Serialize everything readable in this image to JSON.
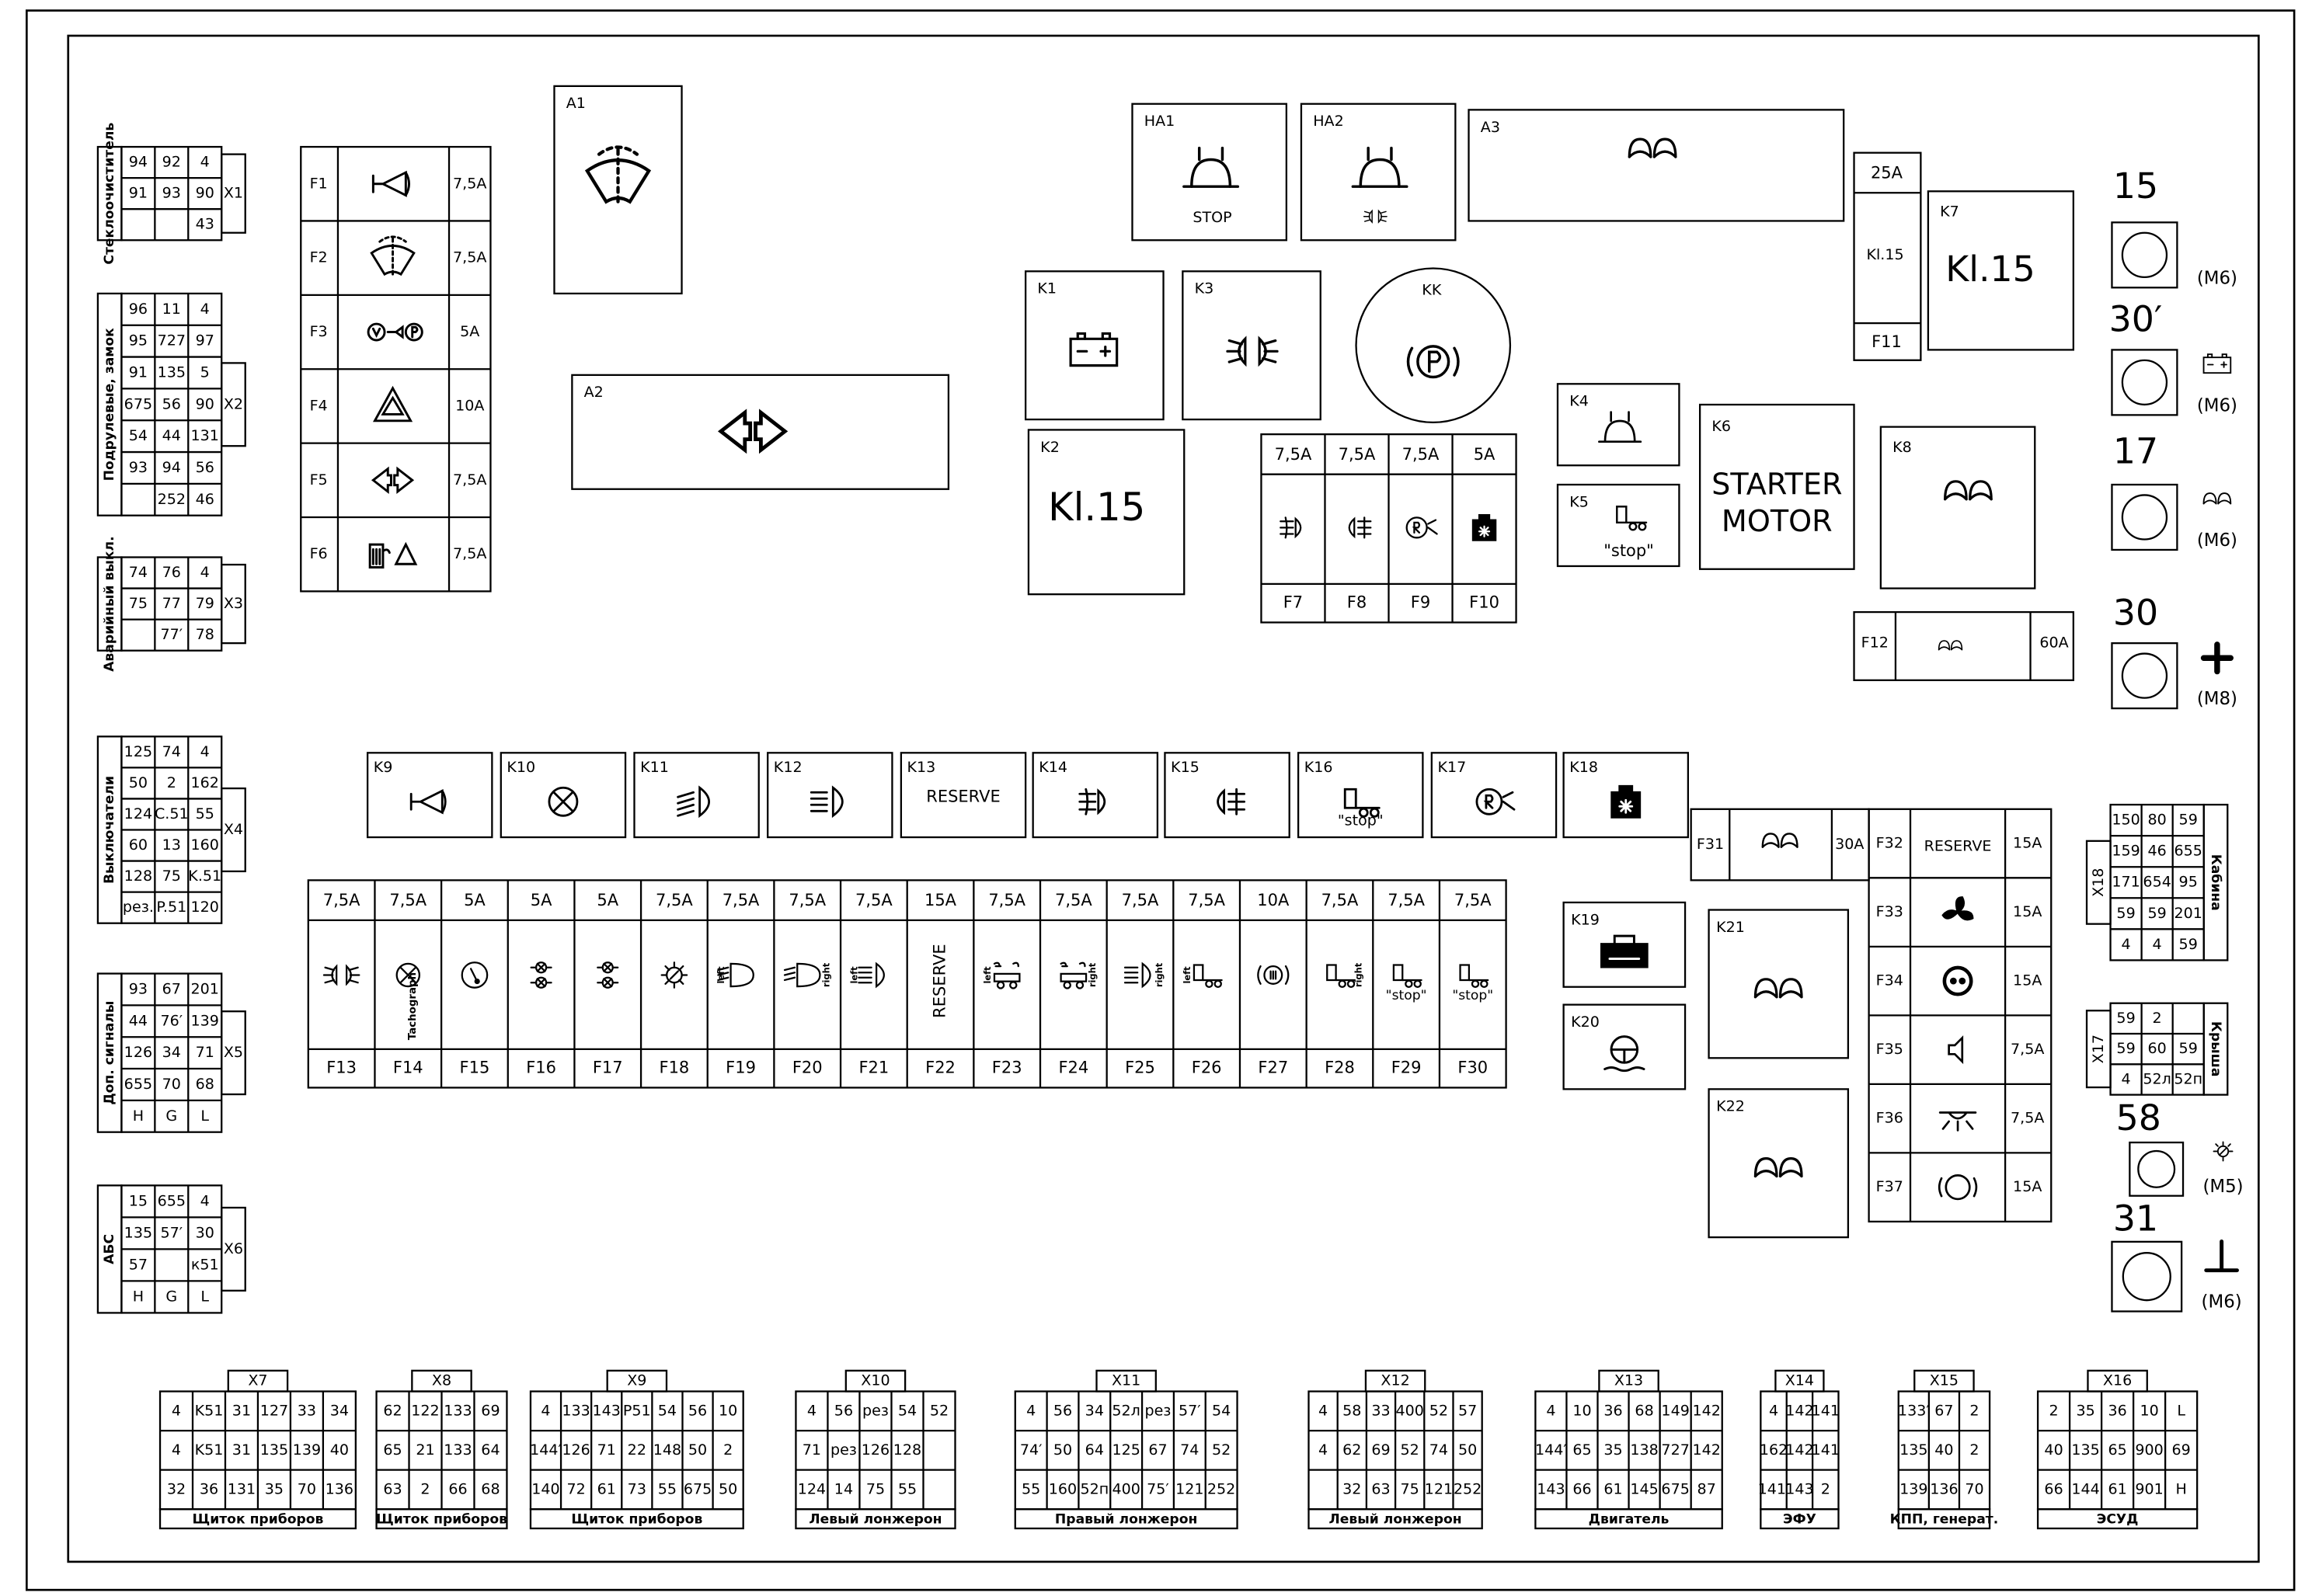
{
  "fuses_main": [
    {
      "id": "F1",
      "rating": "7,5A",
      "icon": "horn-icon"
    },
    {
      "id": "F2",
      "rating": "7,5A",
      "icon": "wiper-icon"
    },
    {
      "id": "F3",
      "rating": "5A",
      "icon": "gauges-icon"
    },
    {
      "id": "F4",
      "rating": "10A",
      "icon": "hazard-icon"
    },
    {
      "id": "F5",
      "rating": "7,5A",
      "icon": "turn-signal-icon"
    },
    {
      "id": "F6",
      "rating": "7,5A",
      "icon": "washer-warning-icon"
    }
  ],
  "modules": {
    "A1": {
      "label": "A1",
      "icon": "wiper-icon"
    },
    "A2": {
      "label": "A2",
      "icon": "turn-signal-icon"
    },
    "A3": {
      "label": "A3",
      "icon": "glow-plug-icon"
    },
    "HA1": {
      "label": "HA1",
      "text": "STOP",
      "icon": "buzzer-icon"
    },
    "HA2": {
      "label": "HA2",
      "icon": "buzzer-icon"
    },
    "K1": {
      "label": "K1",
      "icon": "battery-icon"
    },
    "K2": {
      "label": "K2",
      "text": "Kl.15"
    },
    "K3": {
      "label": "K3",
      "icon": "lights-icon"
    },
    "KK": {
      "label": "KK",
      "icon": "parking-brake-icon"
    },
    "K4": {
      "label": "K4",
      "icon": "buzzer-icon"
    },
    "K5": {
      "label": "K5",
      "text": "\"stop\"",
      "icon": "trailer-icon"
    },
    "K6": {
      "label": "K6",
      "line1": "STARTER",
      "line2": "MOTOR"
    },
    "K7": {
      "label": "K7",
      "text": "Kl.15"
    },
    "K8": {
      "label": "K8",
      "icon": "glow-plug-icon"
    },
    "F11": {
      "rating": "25A",
      "mid": "Kl.15",
      "label": "F11"
    },
    "F12": {
      "label": "F12",
      "rating": "60A",
      "icon": "glow-plug-icon"
    }
  },
  "fuses_f7_f10": [
    {
      "id": "F7",
      "rating": "7,5A",
      "icon": "front-fog-icon"
    },
    {
      "id": "F8",
      "rating": "7,5A",
      "icon": "rear-fog-icon"
    },
    {
      "id": "F9",
      "rating": "7,5A",
      "icon": "reverse-icon"
    },
    {
      "id": "F10",
      "rating": "5A",
      "icon": "heater-icon"
    }
  ],
  "relays_row": [
    {
      "id": "K9",
      "icon": "horn-icon"
    },
    {
      "id": "K10",
      "icon": "tachograph-icon"
    },
    {
      "id": "K11",
      "icon": "low-beam-icon"
    },
    {
      "id": "K12",
      "icon": "high-beam-icon"
    },
    {
      "id": "K13",
      "text": "RESERVE"
    },
    {
      "id": "K14",
      "icon": "front-fog-icon"
    },
    {
      "id": "K15",
      "icon": "rear-fog-icon"
    },
    {
      "id": "K16",
      "text": "\"stop\"",
      "icon": "trailer-icon"
    },
    {
      "id": "K17",
      "icon": "reverse-icon"
    },
    {
      "id": "K18",
      "icon": "heater-icon"
    }
  ],
  "fuses_row": [
    {
      "id": "F13",
      "rating": "7,5A",
      "icon": "lights-icon"
    },
    {
      "id": "F14",
      "rating": "7,5A",
      "icon": "tachograph-icon",
      "text": "Tachograph"
    },
    {
      "id": "F15",
      "rating": "5A",
      "icon": "gauge-icon"
    },
    {
      "id": "F16",
      "rating": "5A",
      "icon": "lamps-icon"
    },
    {
      "id": "F17",
      "rating": "5A",
      "icon": "lamps-icon"
    },
    {
      "id": "F18",
      "rating": "7,5A",
      "icon": "interior-light-icon"
    },
    {
      "id": "F19",
      "rating": "7,5A",
      "icon": "headlight-icon",
      "text": "left"
    },
    {
      "id": "F20",
      "rating": "7,5A",
      "icon": "headlight-icon",
      "text": "right"
    },
    {
      "id": "F21",
      "rating": "7,5A",
      "icon": "high-beam-icon",
      "text": "left"
    },
    {
      "id": "F22",
      "rating": "15A",
      "text": "RESERVE"
    },
    {
      "id": "F23",
      "rating": "7,5A",
      "icon": "trailer-lights-icon",
      "text": "left"
    },
    {
      "id": "F24",
      "rating": "7,5A",
      "icon": "trailer-lights-icon",
      "text": "right"
    },
    {
      "id": "F25",
      "rating": "7,5A",
      "icon": "high-beam-icon",
      "text": "right"
    },
    {
      "id": "F26",
      "rating": "7,5A",
      "icon": "trailer-icon",
      "text": "left"
    },
    {
      "id": "F27",
      "rating": "10A",
      "icon": "brake-icon"
    },
    {
      "id": "F28",
      "rating": "7,5A",
      "icon": "trailer-icon",
      "text": "right"
    },
    {
      "id": "F29",
      "rating": "7,5A",
      "icon": "trailer-icon",
      "text": "\"stop\""
    },
    {
      "id": "F30",
      "rating": "7,5A",
      "icon": "trailer-icon",
      "text": "\"stop\""
    }
  ],
  "fuses_right": [
    {
      "id": "F31",
      "rating": "30A",
      "icon": "glow-plug-icon"
    },
    {
      "id": "F32",
      "rating": "15A",
      "text": "RESERVE"
    },
    {
      "id": "F33",
      "rating": "15A",
      "icon": "fan-icon"
    },
    {
      "id": "F34",
      "rating": "15A",
      "icon": "socket-icon"
    },
    {
      "id": "F35",
      "rating": "7,5A",
      "icon": "speaker-icon"
    },
    {
      "id": "F36",
      "rating": "7,5A",
      "icon": "cab-light-icon"
    },
    {
      "id": "F37",
      "rating": "15A",
      "icon": "abs-icon"
    }
  ],
  "relays_right": [
    {
      "id": "K19",
      "icon": "fuel-heater-icon"
    },
    {
      "id": "K20",
      "icon": "steering-heat-icon"
    },
    {
      "id": "K21",
      "icon": "glow-plug-icon"
    },
    {
      "id": "K22",
      "icon": "glow-plug-icon"
    }
  ],
  "terminals": [
    {
      "num": "15",
      "size": "(M6)",
      "icon": ""
    },
    {
      "num": "30′",
      "size": "(M6)",
      "icon": "battery-icon"
    },
    {
      "num": "17",
      "size": "(M6)",
      "icon": "glow-plug-icon"
    },
    {
      "num": "30",
      "size": "(M8)",
      "icon": "plus-icon"
    },
    {
      "num": "58",
      "size": "(M5)",
      "icon": "lamp-icon"
    },
    {
      "num": "31",
      "size": "(M6)",
      "icon": "ground-icon"
    }
  ],
  "connectors_left": [
    {
      "id": "X1",
      "caption": "Стеклоочиститель",
      "rows": [
        [
          "94",
          "92",
          "4"
        ],
        [
          "91",
          "93",
          "90"
        ],
        [
          "",
          "",
          "43"
        ]
      ]
    },
    {
      "id": "X2",
      "caption": "Подрулевые, замок",
      "rows": [
        [
          "96",
          "11",
          "4"
        ],
        [
          "95",
          "727",
          "97"
        ],
        [
          "91",
          "135",
          "5"
        ],
        [
          "675",
          "56",
          "90"
        ],
        [
          "54",
          "44",
          "131"
        ],
        [
          "93",
          "94",
          "56"
        ],
        [
          "",
          "252",
          "46"
        ]
      ]
    },
    {
      "id": "X3",
      "caption": "Аварийный выкл.",
      "rows": [
        [
          "74",
          "76",
          "4"
        ],
        [
          "75",
          "77",
          "79"
        ],
        [
          "",
          "77′",
          "78"
        ]
      ]
    },
    {
      "id": "X4",
      "caption": "Выключатели",
      "rows": [
        [
          "125",
          "74",
          "4"
        ],
        [
          "50",
          "2",
          "162"
        ],
        [
          "124",
          "C.51",
          "55"
        ],
        [
          "60",
          "13",
          "160"
        ],
        [
          "128",
          "75",
          "K.51"
        ],
        [
          "рез.",
          "P.51",
          "120"
        ]
      ]
    },
    {
      "id": "X5",
      "caption": "Доп. сигналы",
      "rows": [
        [
          "93",
          "67",
          "201"
        ],
        [
          "44",
          "76′",
          "139"
        ],
        [
          "126",
          "34",
          "71"
        ],
        [
          "655",
          "70",
          "68"
        ],
        [
          "H",
          "G",
          "L"
        ]
      ]
    },
    {
      "id": "X6",
      "caption": "АБС",
      "rows": [
        [
          "15",
          "655",
          "4"
        ],
        [
          "135",
          "57′",
          "30"
        ],
        [
          "57",
          "",
          "к51"
        ],
        [
          "H",
          "G",
          "L"
        ]
      ]
    }
  ],
  "connectors_right": [
    {
      "id": "X18",
      "caption": "Кабина",
      "rows": [
        [
          "150",
          "80",
          "59"
        ],
        [
          "159",
          "46",
          "655"
        ],
        [
          "171",
          "654",
          "95"
        ],
        [
          "59",
          "59",
          "201"
        ],
        [
          "4",
          "4",
          "59"
        ]
      ]
    },
    {
      "id": "X17",
      "caption": "Крыша",
      "rows": [
        [
          "59",
          "2",
          ""
        ],
        [
          "59",
          "60",
          "59"
        ],
        [
          "4",
          "52л",
          "52п"
        ]
      ]
    }
  ],
  "connectors_bottom": [
    {
      "id": "X7",
      "caption": "Щиток приборов",
      "rows": [
        [
          "4",
          "K51",
          "31",
          "127",
          "33",
          "34"
        ],
        [
          "4",
          "K51",
          "31",
          "135",
          "139",
          "40"
        ],
        [
          "32",
          "36",
          "131",
          "35",
          "70",
          "136"
        ]
      ]
    },
    {
      "id": "X8",
      "caption": "Щиток приборов",
      "rows": [
        [
          "62",
          "122",
          "133",
          "69"
        ],
        [
          "65",
          "21",
          "133",
          "64"
        ],
        [
          "63",
          "2",
          "66",
          "68"
        ]
      ]
    },
    {
      "id": "X9",
      "caption": "Щиток приборов",
      "rows": [
        [
          "4",
          "133",
          "143",
          "P51",
          "54",
          "56",
          "10"
        ],
        [
          "144′",
          "126",
          "71",
          "22",
          "148",
          "50",
          "2"
        ],
        [
          "140",
          "72",
          "61",
          "73",
          "55",
          "675",
          "50"
        ]
      ]
    },
    {
      "id": "X10",
      "caption": "Левый лонжерон",
      "rows": [
        [
          "4",
          "56",
          "рез",
          "54",
          "52"
        ],
        [
          "71",
          "рез",
          "126",
          "128",
          ""
        ],
        [
          "124",
          "14",
          "75",
          "55",
          ""
        ]
      ]
    },
    {
      "id": "X11",
      "caption": "Правый лонжерон",
      "rows": [
        [
          "4",
          "56",
          "34",
          "52л",
          "рез",
          "57′",
          "54"
        ],
        [
          "74′",
          "50",
          "64",
          "125",
          "67",
          "74",
          "52"
        ],
        [
          "55",
          "160",
          "52п",
          "400",
          "75′",
          "121",
          "252"
        ]
      ]
    },
    {
      "id": "X12",
      "caption": "Левый лонжерон",
      "rows": [
        [
          "4",
          "58",
          "33",
          "400",
          "52",
          "57"
        ],
        [
          "4",
          "62",
          "69",
          "52",
          "74",
          "50"
        ],
        [
          "",
          "32",
          "63",
          "75",
          "121",
          "252"
        ]
      ]
    },
    {
      "id": "X13",
      "caption": "Двигатель",
      "rows": [
        [
          "4",
          "10",
          "36",
          "68",
          "149",
          "142"
        ],
        [
          "144′",
          "65",
          "35",
          "138",
          "727",
          "142"
        ],
        [
          "143",
          "66",
          "61",
          "145",
          "675",
          "87"
        ]
      ]
    },
    {
      "id": "X14",
      "caption": "ЭФУ",
      "rows": [
        [
          "4",
          "142",
          "141"
        ],
        [
          "162",
          "142",
          "141"
        ],
        [
          "141′",
          "143",
          "2"
        ]
      ]
    },
    {
      "id": "X15",
      "caption": "КПП, генерат.",
      "rows": [
        [
          "133′",
          "67",
          "2"
        ],
        [
          "135",
          "40",
          "2"
        ],
        [
          "139",
          "136",
          "70"
        ]
      ]
    },
    {
      "id": "X16",
      "caption": "ЭСУД",
      "rows": [
        [
          "2",
          "35",
          "36",
          "10",
          "L"
        ],
        [
          "40",
          "135",
          "65",
          "900",
          "69"
        ],
        [
          "66",
          "144",
          "61",
          "901",
          "H"
        ]
      ]
    }
  ]
}
